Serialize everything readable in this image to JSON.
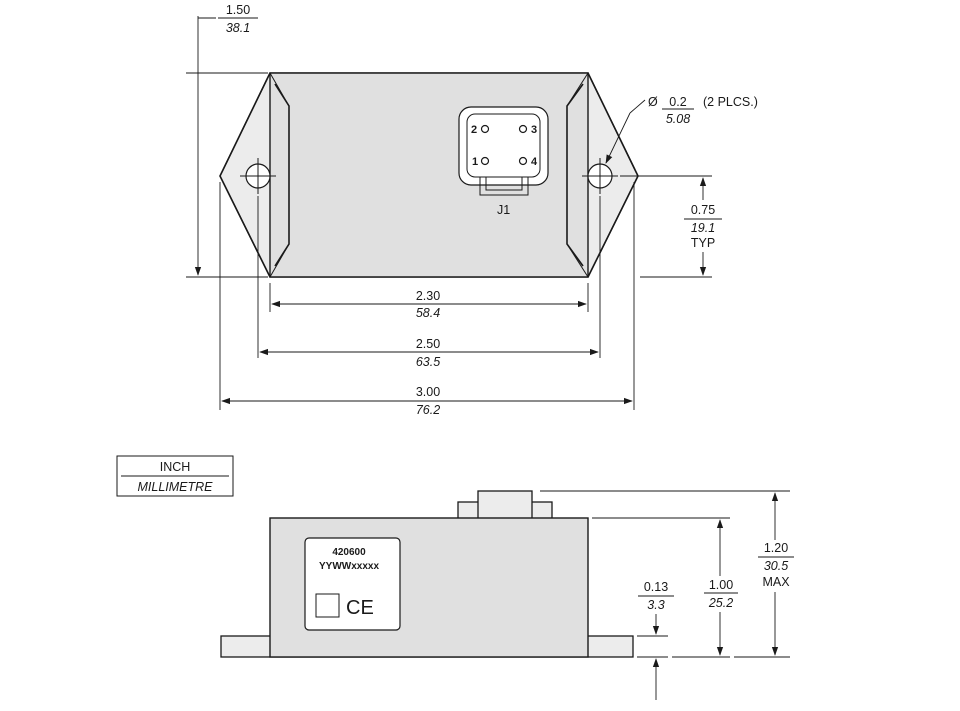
{
  "top_view": {
    "height_overall": {
      "inch": "1.50",
      "mm": "38.1"
    },
    "hole": {
      "symbol": "Ø",
      "inch": "0.2",
      "mm": "5.08",
      "note": "(2 PLCS.)"
    },
    "hole_offset": {
      "inch": "0.75",
      "mm": "19.1",
      "note": "TYP"
    },
    "body_width": {
      "inch": "2.30",
      "mm": "58.4"
    },
    "hole_spacing": {
      "inch": "2.50",
      "mm": "63.5"
    },
    "overall_width": {
      "inch": "3.00",
      "mm": "76.2"
    },
    "connector": {
      "label": "J1",
      "pins": [
        "2",
        "3",
        "1",
        "4"
      ]
    }
  },
  "units_legend": {
    "top": "INCH",
    "bottom": "MILLIMETRE"
  },
  "side_view": {
    "label_line1": "420600",
    "label_line2": "YYWWxxxxx",
    "ce_mark": "CE",
    "flange_thickness": {
      "inch": "0.13",
      "mm": "3.3"
    },
    "body_height": {
      "inch": "1.00",
      "mm": "25.2"
    },
    "overall_height": {
      "inch": "1.20",
      "mm": "30.5",
      "note": "MAX"
    }
  }
}
